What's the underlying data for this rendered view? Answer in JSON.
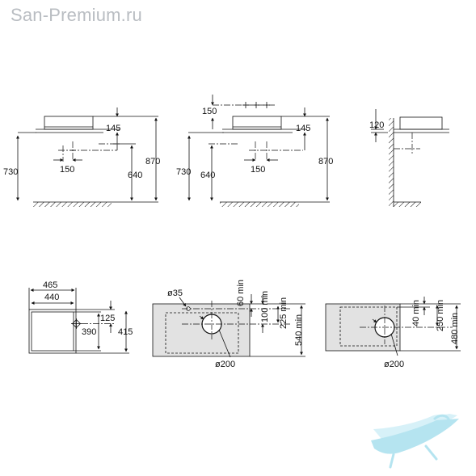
{
  "watermark": "San-Premium.ru",
  "colors": {
    "line": "#111111",
    "plate": "#e2e2e2",
    "logo": "#a9e0ee",
    "watermark": "#b9bdc2"
  },
  "elevation_1": {
    "d145": "145",
    "d150": "150",
    "d730": "730",
    "d640": "640",
    "d870": "870"
  },
  "elevation_2": {
    "d150_top": "150",
    "d145": "145",
    "d730": "730",
    "d640": "640",
    "d150": "150",
    "d870": "870"
  },
  "side_view": {
    "d120": "120"
  },
  "plan_basin": {
    "d465": "465",
    "d440": "440",
    "d125": "125",
    "d390": "390",
    "d415": "415"
  },
  "cutout_1": {
    "tap_dia": "ø35",
    "d60": "60 min",
    "d100": "100 min",
    "d225": "225 min",
    "d540": "540 min",
    "hole_dia": "ø200"
  },
  "cutout_2": {
    "d40": "40 min",
    "d250": "250 min",
    "d480": "480 min",
    "hole_dia": "ø200"
  }
}
